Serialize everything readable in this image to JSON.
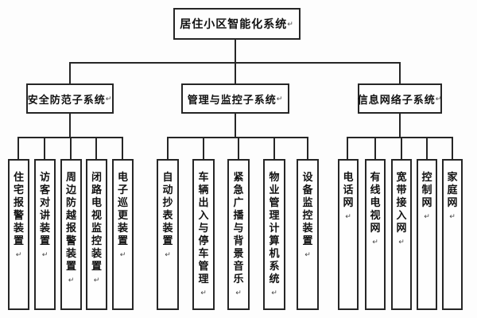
{
  "diagram": {
    "title_box": "居住小区智能化系统",
    "return_mark": "↵",
    "branches": [
      {
        "label": "安全防范子系统",
        "children": [
          "住宅报警装置",
          "访客对讲装置",
          "周边防越报警装置",
          "闭路电视监控装置",
          "电子巡更装置"
        ]
      },
      {
        "label": "管理与监控子系统",
        "children": [
          "自动抄表装置",
          "车辆出入与停车管理",
          "紧急广播与背景音乐",
          "物业管理计算机系统",
          "设备监控装置"
        ]
      },
      {
        "label": "信息网络子系统",
        "children": [
          "电话网",
          "有线电视网",
          "宽带接入网",
          "控制网",
          "家庭网"
        ]
      }
    ],
    "colors": {
      "line": "#262626",
      "box_border": "#262626",
      "background": "#fdfdfd",
      "text": "#111111"
    }
  }
}
